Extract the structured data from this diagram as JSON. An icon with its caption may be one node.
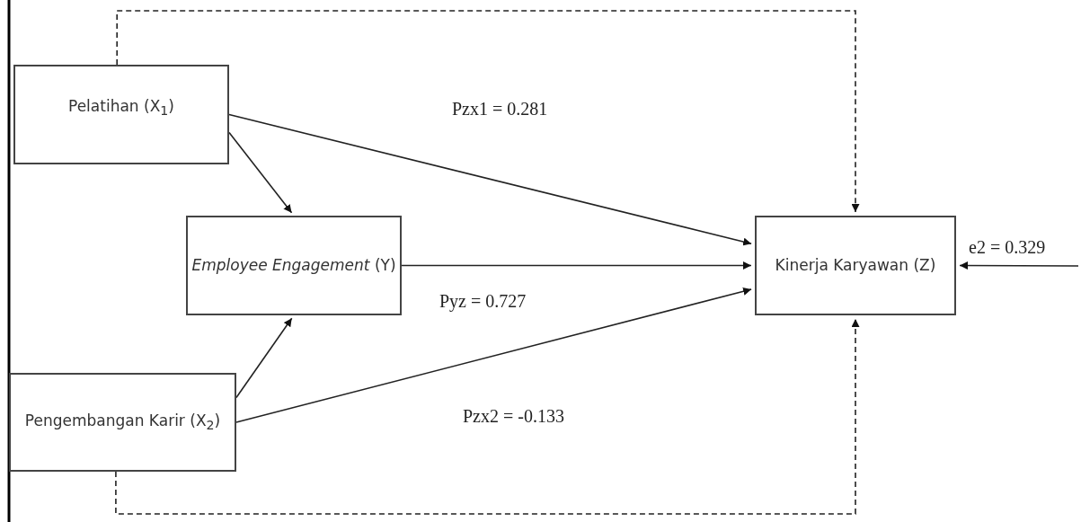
{
  "diagram": {
    "nodes": [
      {
        "text": [
          "Pelatihan (X$_{1}$)"
        ]
      },
      {
        "text": [
          "*Employee Engagement* (Y)"
        ]
      },
      {
        "text": [
          "Pengembangan Karir (X$_{2}$)"
        ]
      },
      {
        "text": [
          "Kinerja Karyawan (Z)"
        ]
      }
    ],
    "edges": [
      {
        "from": 0,
        "to": 3,
        "arrow": "to",
        "label": "Pzx1 = 0.281"
      },
      {
        "from": 0,
        "to": 1,
        "arrow": "to"
      },
      {
        "from": 1,
        "to": 3,
        "arrow": "to",
        "label": "Pyz = 0.727"
      },
      {
        "from": 2,
        "to": 1,
        "arrow": "to"
      },
      {
        "from": 2,
        "to": 3,
        "arrow": "to",
        "label": "Pzx2 = -0.133"
      },
      {
        "from": 0,
        "to": 3,
        "arrow": "to",
        "style": "dashed"
      },
      {
        "from": 2,
        "to": 3,
        "arrow": "to",
        "style": "dashed"
      },
      {
        "from": null,
        "to": 3,
        "arrow": "to",
        "label": "e2 = 0.329"
      }
    ]
  }
}
